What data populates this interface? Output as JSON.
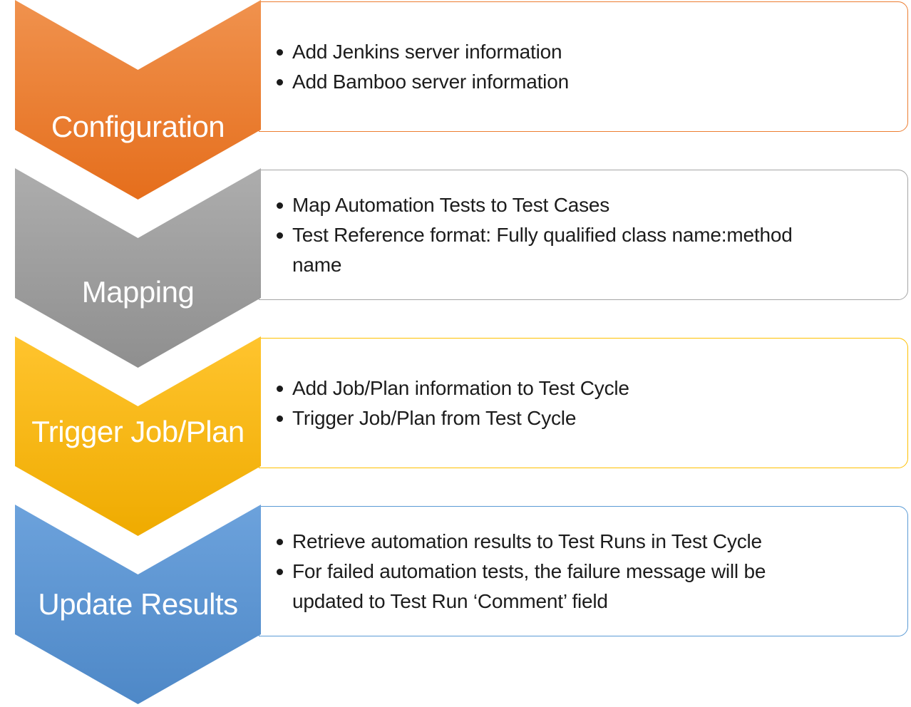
{
  "diagram": {
    "steps": [
      {
        "id": "configuration",
        "label": "Configuration",
        "accent": "#ED7D31",
        "fill_top": "#F0924E",
        "fill_bottom": "#E56E1C",
        "bullets": [
          "Add Jenkins server information",
          "Add Bamboo server information"
        ]
      },
      {
        "id": "mapping",
        "label": "Mapping",
        "accent": "#A5A5A5",
        "fill_top": "#ADADAD",
        "fill_bottom": "#8F8F8F",
        "bullets": [
          "Map Automation Tests to Test Cases",
          "Test Reference format: Fully qualified class name:method\nname"
        ]
      },
      {
        "id": "trigger-job-plan",
        "label": "Trigger Job/Plan",
        "accent": "#FFC000",
        "fill_top": "#FFC42E",
        "fill_bottom": "#EFAB00",
        "bullets": [
          "Add Job/Plan information to Test Cycle",
          "Trigger Job/Plan from Test Cycle"
        ]
      },
      {
        "id": "update-results",
        "label": "Update Results",
        "accent": "#5B9BD5",
        "fill_top": "#6CA2DC",
        "fill_bottom": "#4E88C7",
        "bullets": [
          "Retrieve automation results to Test Runs in Test Cycle",
          "For failed automation tests, the failure message will be\nupdated to Test Run ‘Comment’ field"
        ]
      }
    ]
  }
}
